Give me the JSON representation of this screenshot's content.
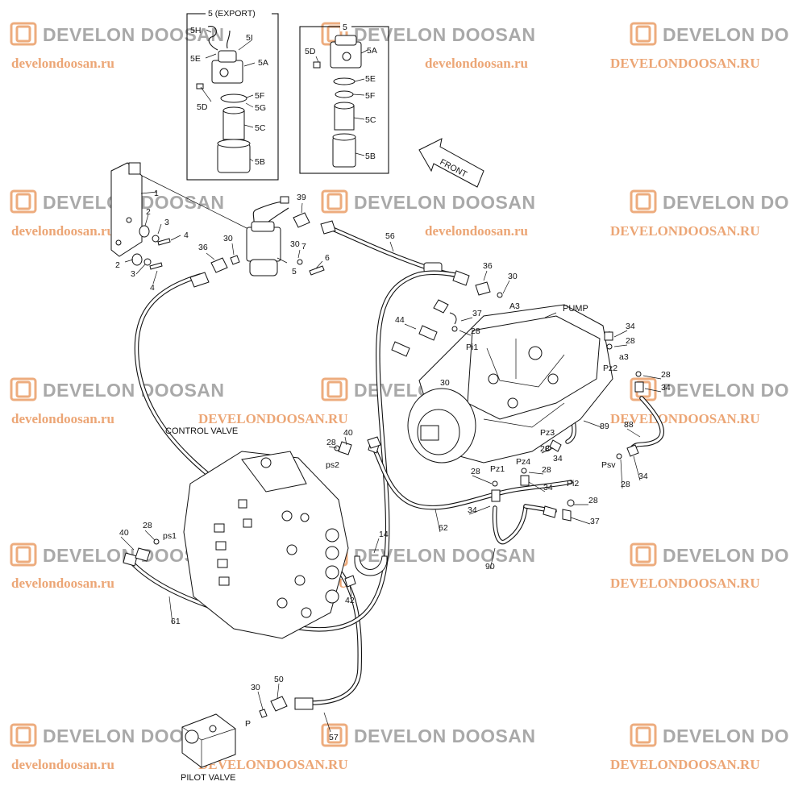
{
  "watermark": {
    "brand": "DEVELON DOOSAN",
    "url_lower": "develondoosan.ru",
    "url_upper": "DEVELONDOOSAN.RU"
  },
  "insets": {
    "export_title": "5 (EXPORT)",
    "export_parts": [
      "5H",
      "5I",
      "5E",
      "5A",
      "5D",
      "5F",
      "5G",
      "5C",
      "5B"
    ],
    "std_title": "5",
    "std_parts": [
      "5D",
      "5A",
      "5E",
      "5F",
      "5C",
      "5B"
    ]
  },
  "front_arrow": "FRONT",
  "components": {
    "pump": "PUMP",
    "control_valve": "CONTROL VALVE",
    "pilot_valve": "PILOT VALVE",
    "pilot_port": "P"
  },
  "ports": [
    "A3",
    "Pi1",
    "a3",
    "Pz2",
    "Pz3",
    "Pz1",
    "Pz4",
    "Pi2",
    "Psv",
    "ps2",
    "ps1"
  ],
  "part_numbers": {
    "bracket": [
      "1",
      "2",
      "3",
      "4",
      "2",
      "3",
      "4"
    ],
    "filter_group": [
      "36",
      "30",
      "39",
      "30",
      "7",
      "6",
      "5"
    ],
    "hoses": [
      "56",
      "61",
      "62",
      "57",
      "89",
      "88",
      "90"
    ],
    "pump_fittings": [
      "36",
      "30",
      "37",
      "28",
      "44",
      "30",
      "34",
      "28",
      "28",
      "34",
      "34",
      "28",
      "34",
      "28",
      "34",
      "28",
      "34",
      "28",
      "34",
      "28",
      "37"
    ],
    "valve_fittings": [
      "28",
      "40",
      "40",
      "28",
      "14",
      "42"
    ],
    "pilot_fittings": [
      "30",
      "50"
    ]
  }
}
